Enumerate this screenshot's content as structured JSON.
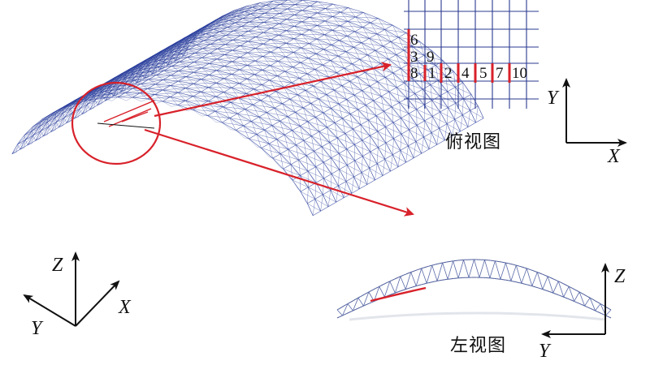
{
  "views": {
    "top_view_label": "俯视图",
    "left_view_label": "左视图"
  },
  "axes": {
    "iso": {
      "z": "Z",
      "x": "X",
      "y": "Y"
    },
    "top": {
      "y": "Y",
      "x": "X"
    },
    "left": {
      "z": "Z",
      "y": "Y"
    }
  },
  "top_view_numbers": {
    "n6": "6",
    "n3": "3",
    "n9": "9",
    "n8": "8",
    "n1": "1",
    "n2": "2",
    "n4": "4",
    "n5": "5",
    "n7": "7",
    "n10": "10"
  },
  "colors": {
    "mesh": "#2b3f9c",
    "highlight": "#d8212a",
    "grid": "#2a3a8f",
    "axis": "#111111"
  }
}
